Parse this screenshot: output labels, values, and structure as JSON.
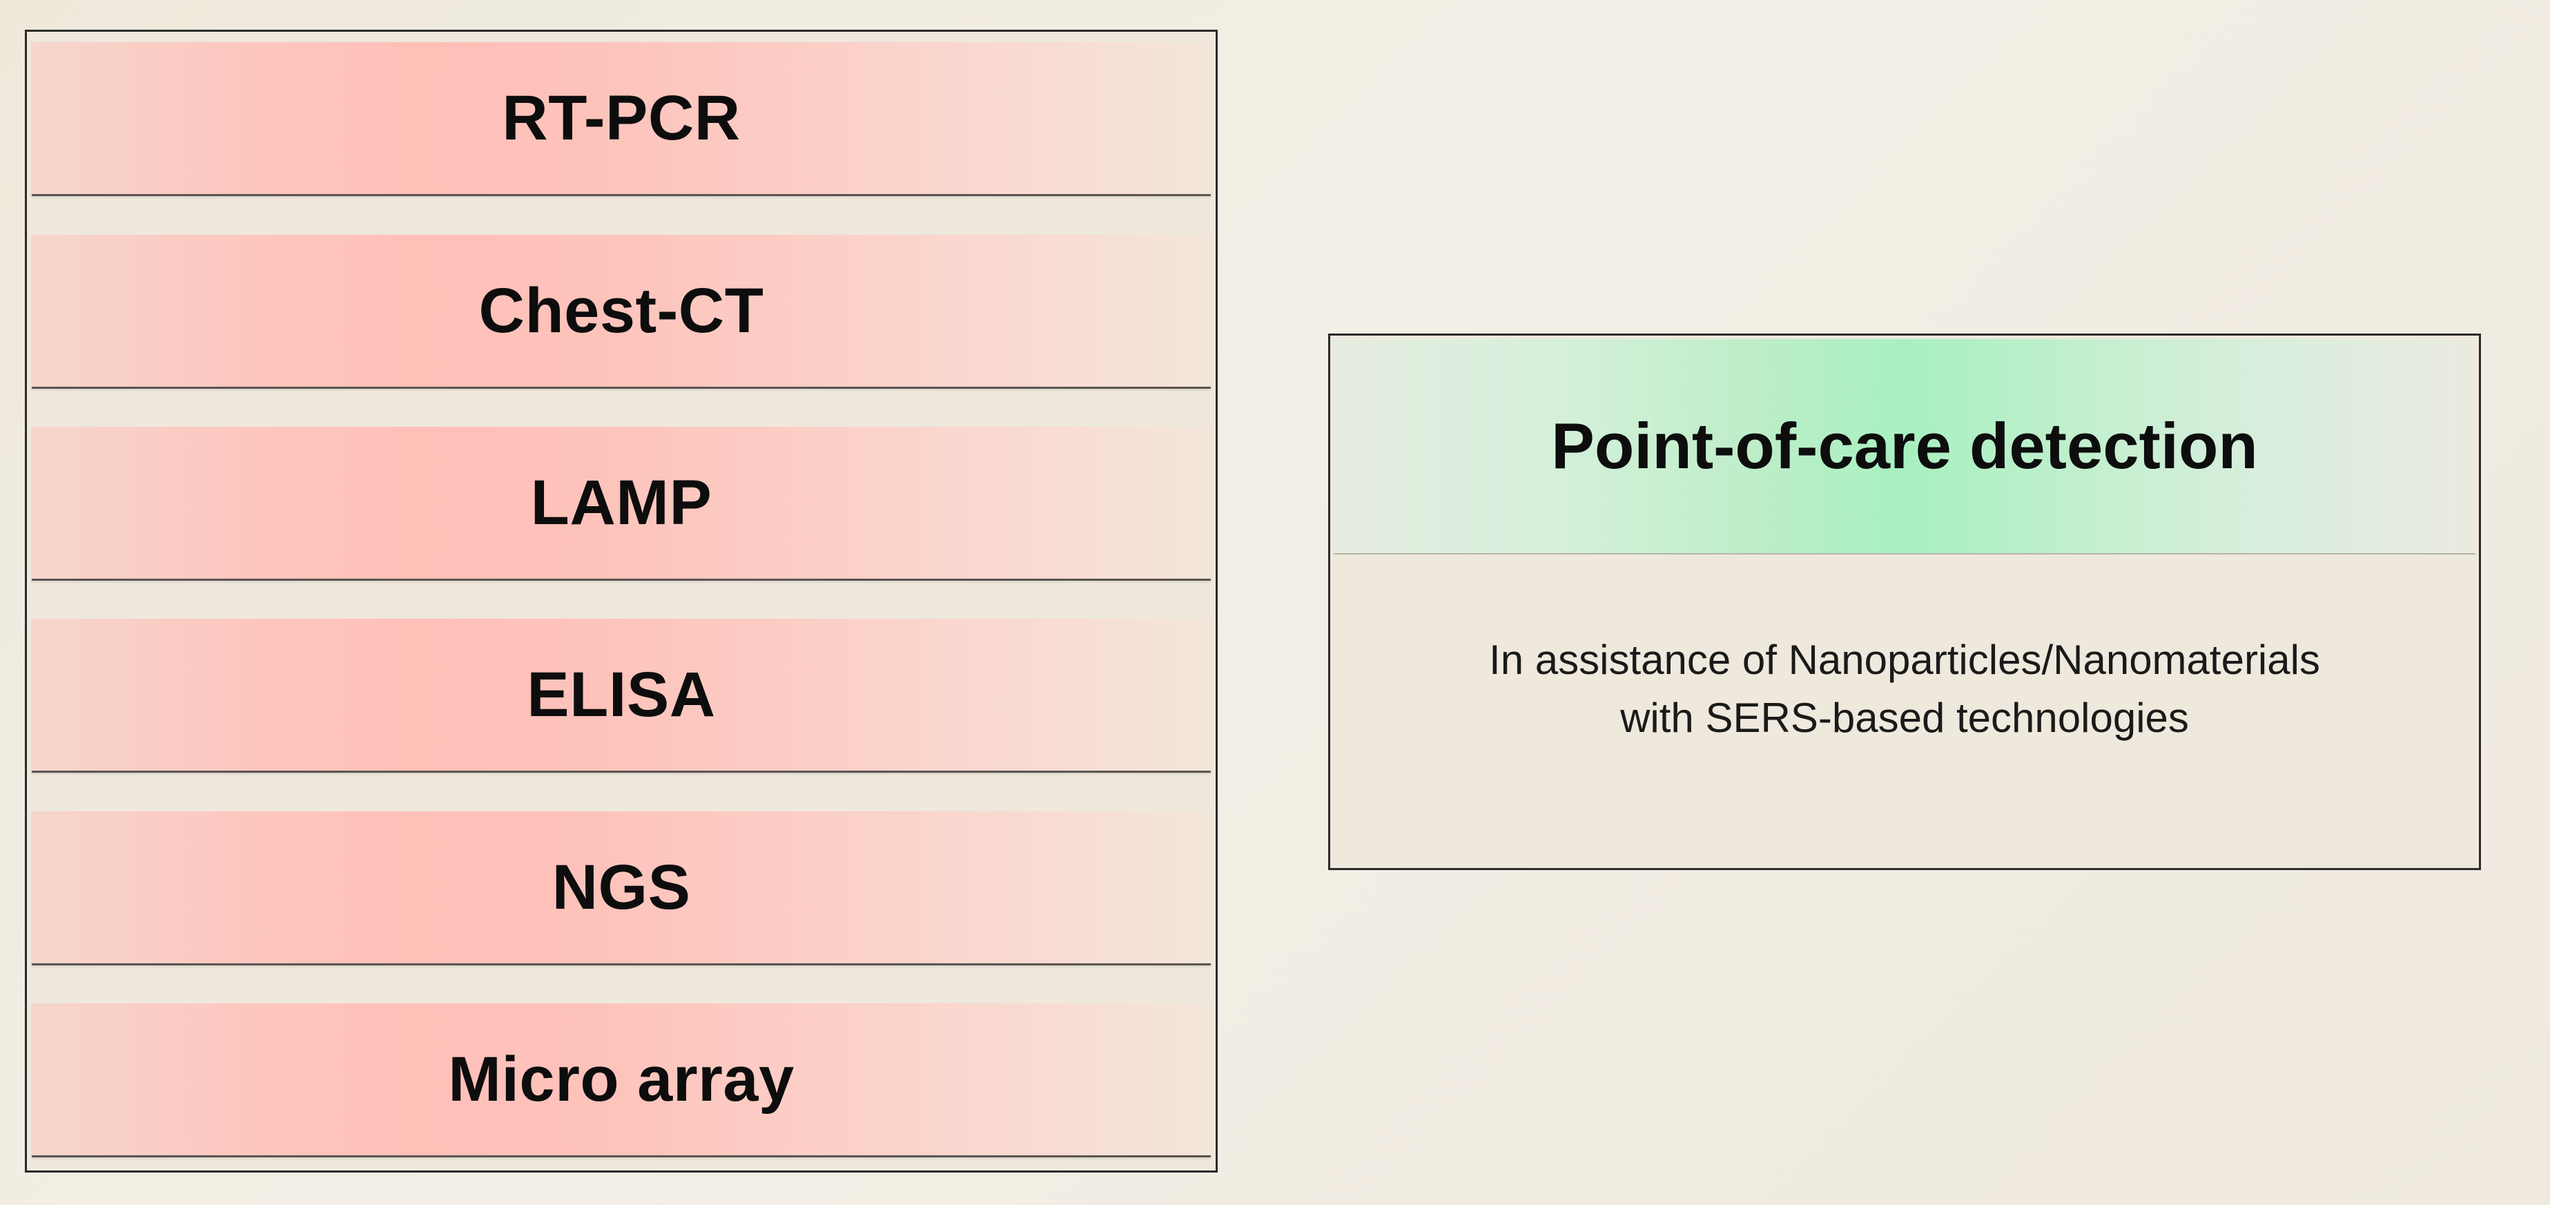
{
  "methods": [
    {
      "label": "RT-PCR"
    },
    {
      "label": "Chest-CT"
    },
    {
      "label": "LAMP"
    },
    {
      "label": "ELISA"
    },
    {
      "label": "NGS"
    },
    {
      "label": "Micro array"
    }
  ],
  "point_of_care": {
    "title": "Point-of-care detection",
    "description_lines": [
      "In assistance of Nanoparticles/Nanomaterials",
      "with SERS-based technologies"
    ]
  },
  "colors": {
    "method_accent": "#ffc0b8",
    "poc_accent": "#a8f0c0",
    "background": "#efe9dc",
    "border": "#2a2a2a"
  }
}
